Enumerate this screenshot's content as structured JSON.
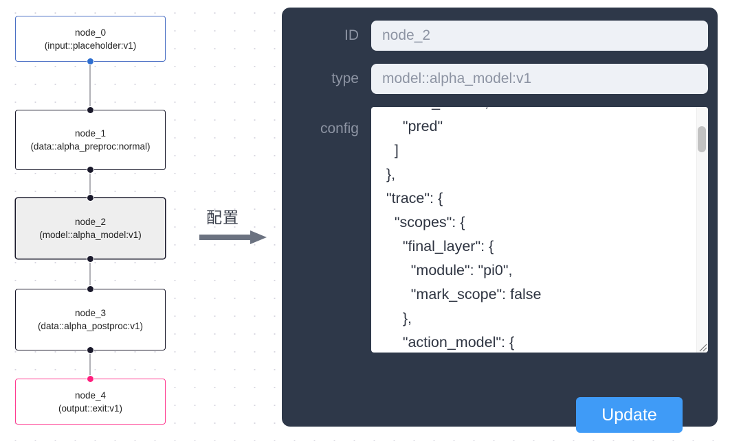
{
  "canvas": {
    "grid_dot_color": "#d8d6e0",
    "background": "#ffffff",
    "nodes": [
      {
        "id": "node_0",
        "title": "node_0",
        "subtitle": "(input::placeholder:v1)",
        "kind": "input",
        "selected": false,
        "border_color": "#4a6fc4",
        "handle_color": "#2f6fd0"
      },
      {
        "id": "node_1",
        "title": "node_1",
        "subtitle": "(data::alpha_preproc:normal)",
        "kind": "default",
        "selected": false,
        "border_color": "#1a192b",
        "handle_color": "#1a192b"
      },
      {
        "id": "node_2",
        "title": "node_2",
        "subtitle": "(model::alpha_model:v1)",
        "kind": "default",
        "selected": true,
        "border_color": "#1a192b",
        "handle_color": "#1a192b"
      },
      {
        "id": "node_3",
        "title": "node_3",
        "subtitle": "(data::alpha_postproc:v1)",
        "kind": "default",
        "selected": false,
        "border_color": "#1a192b",
        "handle_color": "#1a192b"
      },
      {
        "id": "node_4",
        "title": "node_4",
        "subtitle": "(output::exit:v1)",
        "kind": "output",
        "selected": false,
        "border_color": "#ff3b90",
        "handle_color": "#ff1e7d"
      }
    ],
    "edges": [
      {
        "from": "node_0",
        "to": "node_1"
      },
      {
        "from": "node_1",
        "to": "node_2"
      },
      {
        "from": "node_2",
        "to": "node_3"
      },
      {
        "from": "node_3",
        "to": "node_4"
      }
    ]
  },
  "annotation": {
    "caption": "配置",
    "arrow_color": "#6b7280"
  },
  "panel": {
    "background": "#2e3849",
    "id_field": {
      "label": "ID",
      "value": "node_2"
    },
    "type_field": {
      "label": "type",
      "value": "model::alpha_model:v1"
    },
    "config_field": {
      "label": "config",
      "value": "      \"raw_action\",\n      \"pred\"\n    ]\n  },\n  \"trace\": {\n    \"scopes\": {\n      \"final_layer\": {\n        \"module\": \"pi0\",\n        \"mark_scope\": false\n      },\n      \"action_model\": {"
    },
    "update_button": {
      "label": "Update",
      "color": "#3f9bf7"
    }
  }
}
